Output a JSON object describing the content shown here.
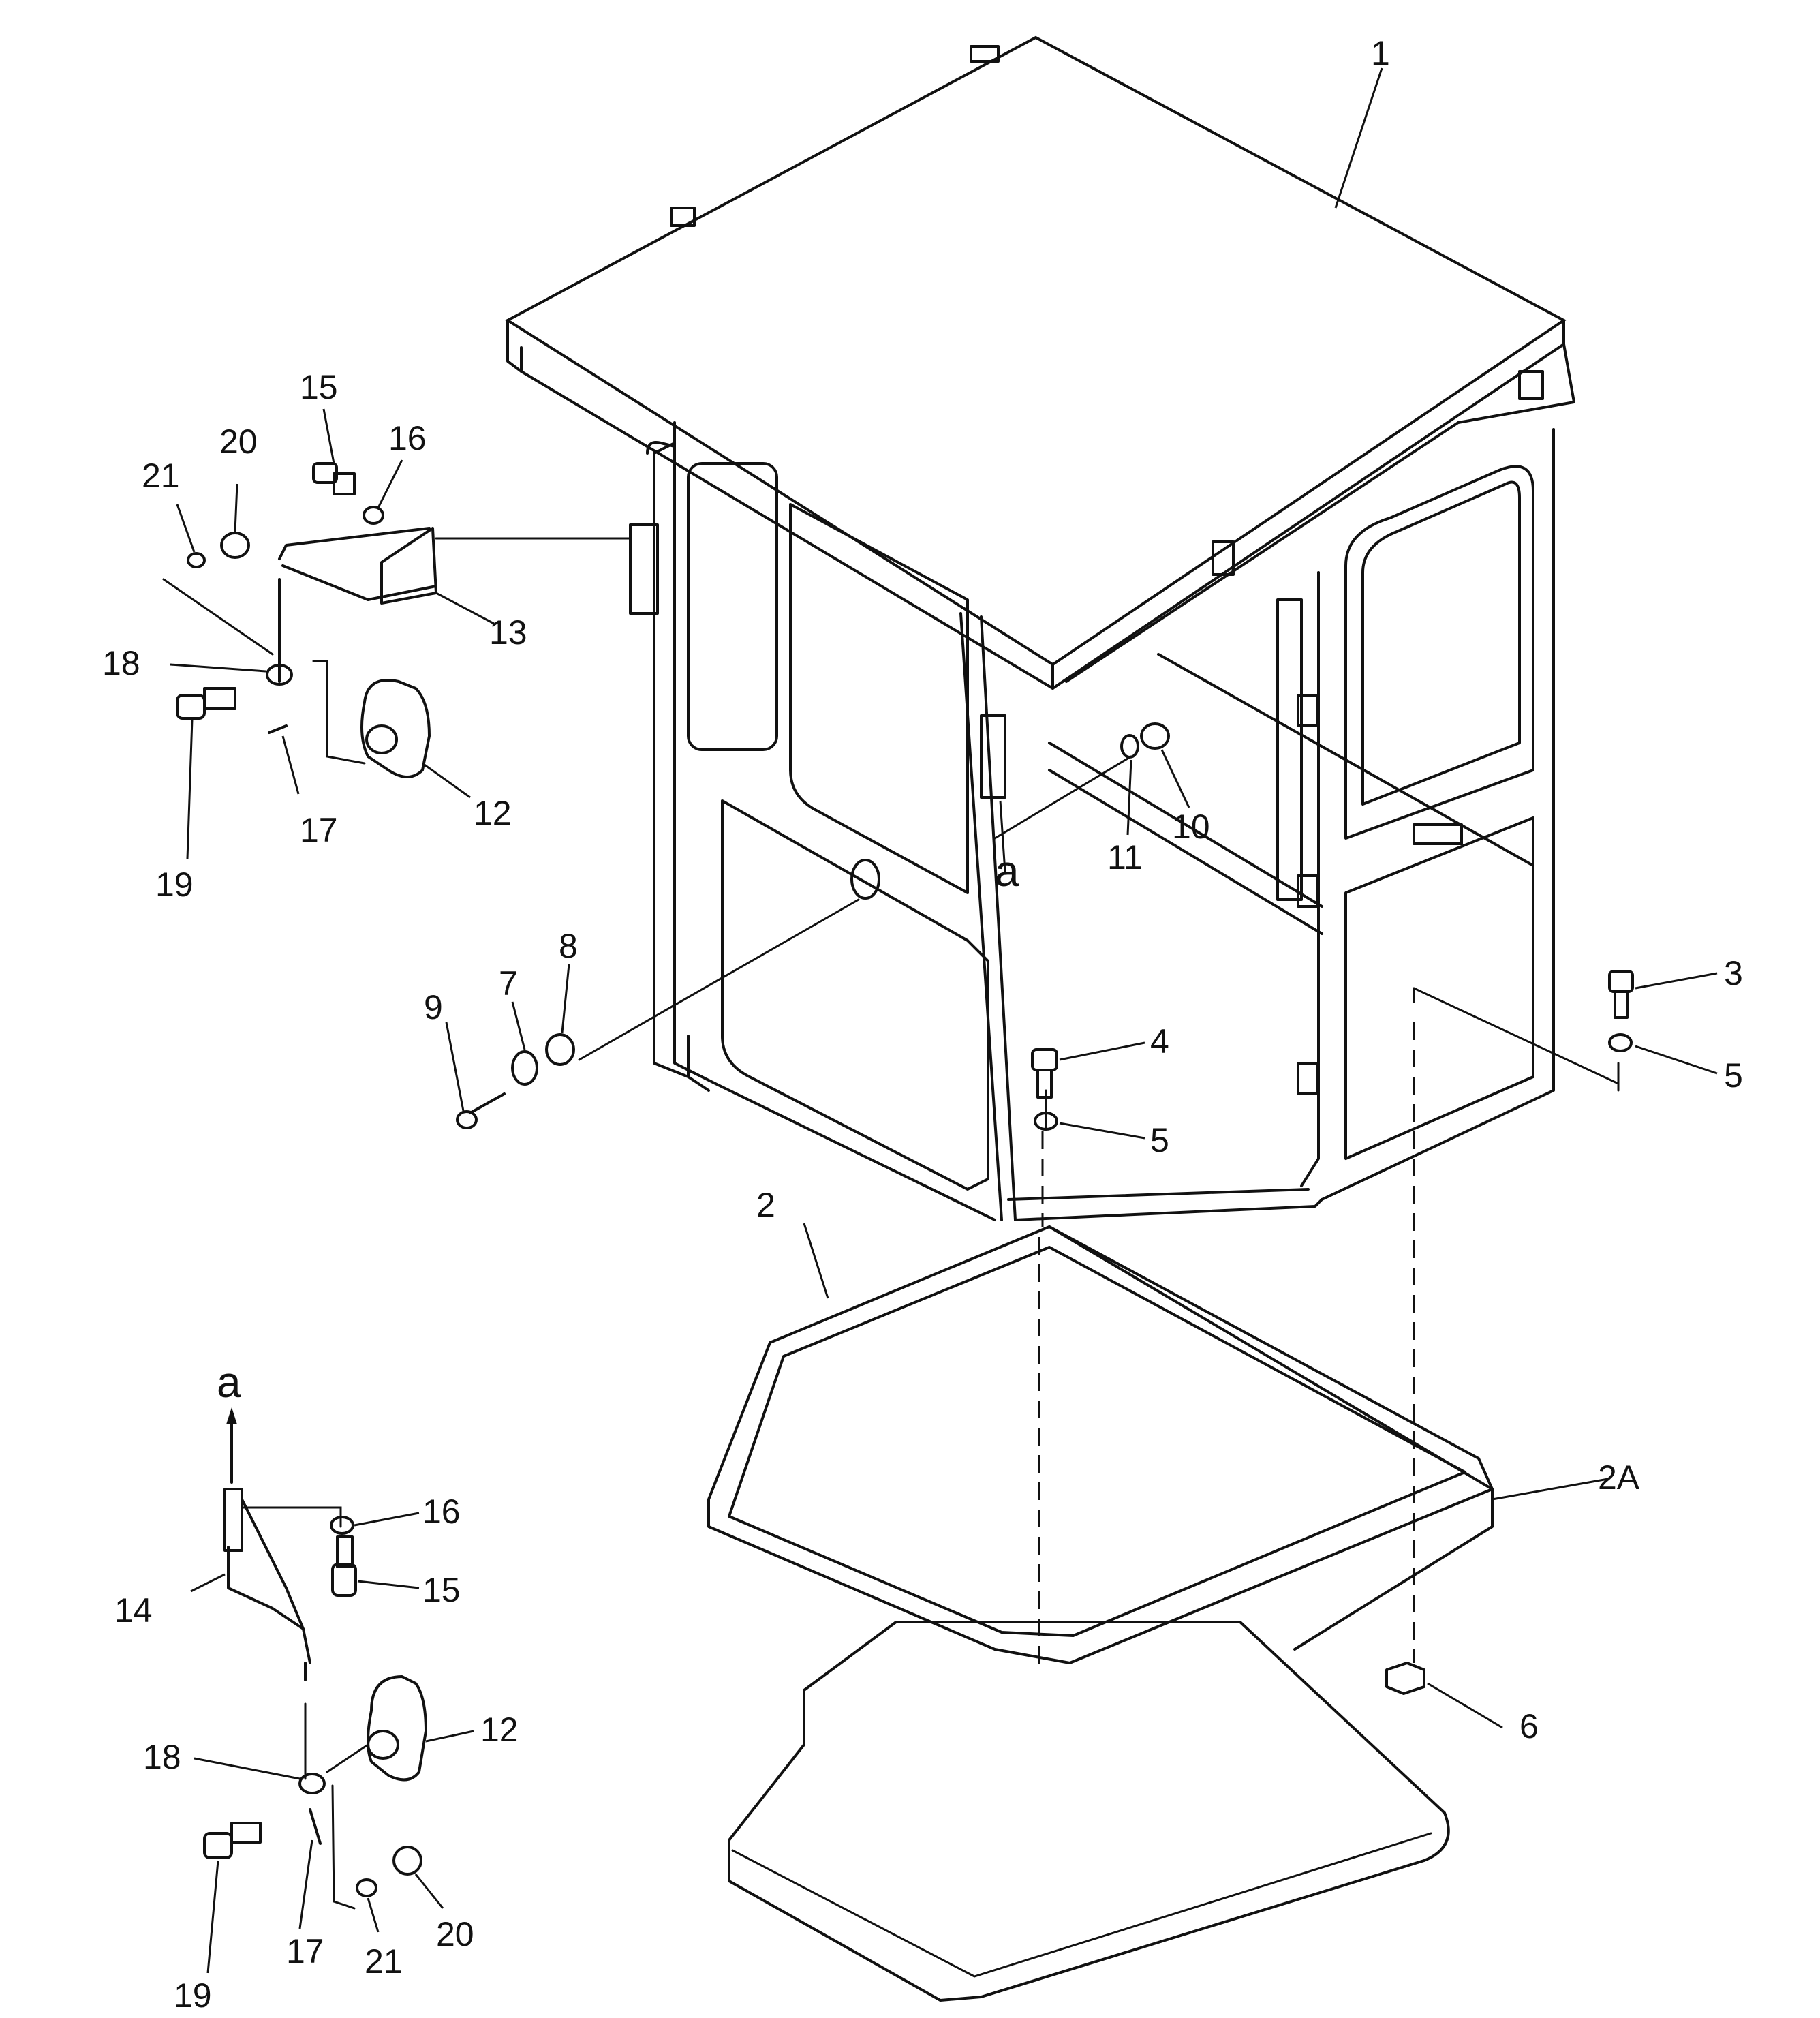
{
  "callouts": {
    "p1": "1",
    "p2": "2",
    "p2a": "2A",
    "p3": "3",
    "p4": "4",
    "p5a": "5",
    "p5b": "5",
    "p6": "6",
    "p7": "7",
    "p8": "8",
    "p9": "9",
    "p10": "10",
    "p11": "11",
    "p12a": "12",
    "p12b": "12",
    "p13": "13",
    "p14": "14",
    "p15a": "15",
    "p15b": "15",
    "p16a": "16",
    "p16b": "16",
    "p17a": "17",
    "p17b": "17",
    "p18a": "18",
    "p18b": "18",
    "p19a": "19",
    "p19b": "19",
    "p20a": "20",
    "p20b": "20",
    "p21a": "21",
    "p21b": "21"
  },
  "ref_markers": {
    "a_on_cab": "a",
    "a_arrow": "a"
  }
}
